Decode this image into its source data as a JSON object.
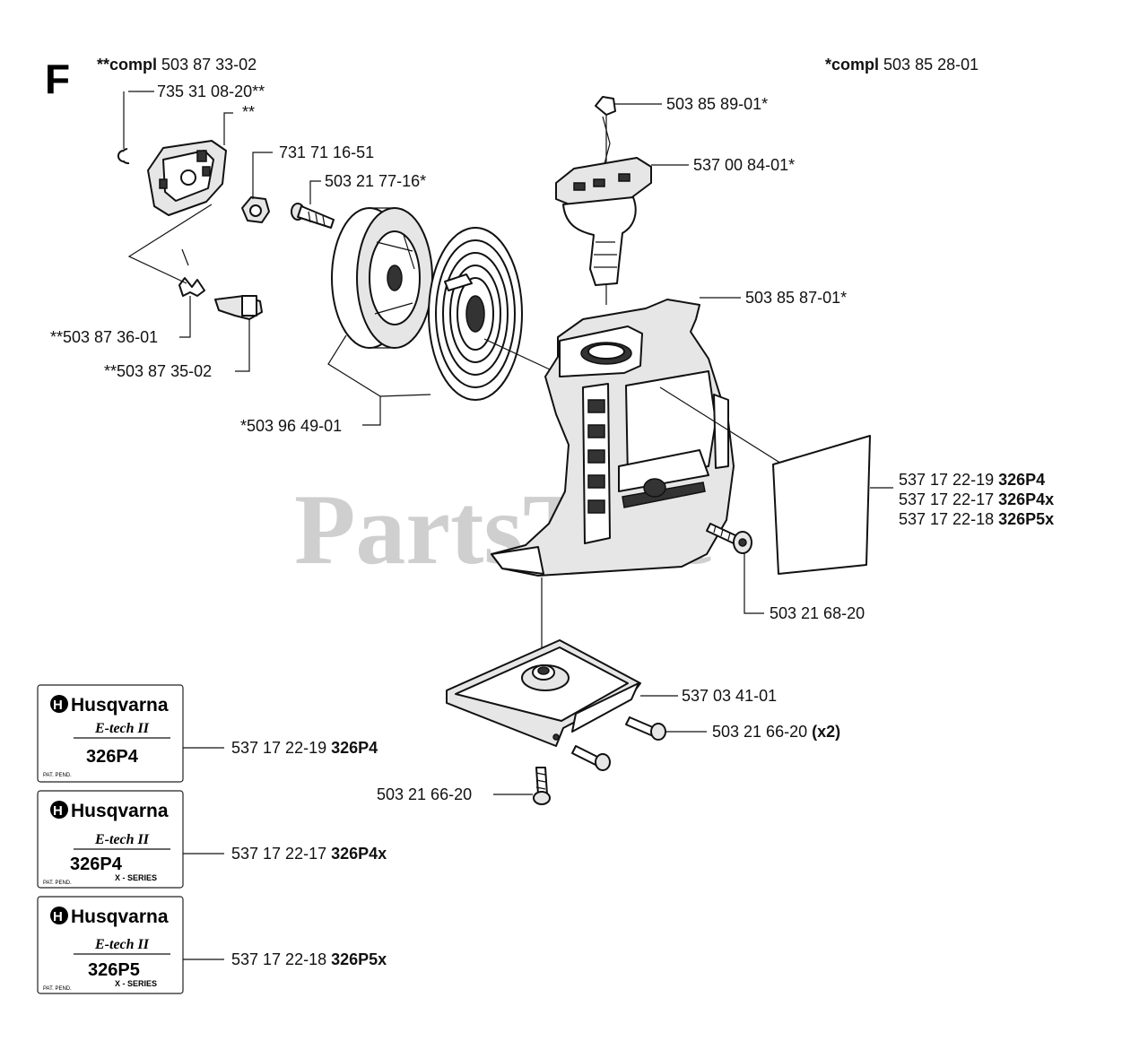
{
  "section_letter": "F",
  "watermark": {
    "text": "PartsTree",
    "trademark": "TM"
  },
  "kits": {
    "left": {
      "prefix": "**compl",
      "number": "503 87 33-02"
    },
    "right": {
      "prefix": "*compl",
      "number": "503 85 28-01"
    }
  },
  "callouts": {
    "c1": "735 31 08-20**",
    "c2": "**",
    "c3": "731 71 16-51",
    "c4": "503 21 77-16*",
    "c5": "**503 87 36-01",
    "c6": "**503 87 35-02",
    "c7": "*503 96 49-01",
    "c8": "503 85 89-01*",
    "c9": "537 00 84-01*",
    "c10": "503 85 87-01*",
    "c11": "503 21 68-20",
    "c12": "537 03 41-01",
    "c13": {
      "number": "503 21 66-20",
      "qty": "(x2)"
    },
    "c14": "503 21 66-20"
  },
  "decal_parts": [
    {
      "number": "537 17 22-19",
      "model": "326P4"
    },
    {
      "number": "537 17 22-17",
      "model": "326P4x"
    },
    {
      "number": "537 17 22-18",
      "model": "326P5x"
    }
  ],
  "decals": [
    {
      "brand": "Husqvarna",
      "tagline": "E-tech II",
      "model": "326P4",
      "series": "",
      "pat": "PAT. PEND.",
      "part_number": "537 17 22-19",
      "part_model": "326P4"
    },
    {
      "brand": "Husqvarna",
      "tagline": "E-tech II",
      "model": "326P4",
      "series": "X - SERIES",
      "pat": "PAT. PEND.",
      "part_number": "537 17 22-17",
      "part_model": "326P4x"
    },
    {
      "brand": "Husqvarna",
      "tagline": "E-tech II",
      "model": "326P5",
      "series": "X - SERIES",
      "pat": "PAT. PEND.",
      "part_number": "537 17 22-18",
      "part_model": "326P5x"
    }
  ]
}
